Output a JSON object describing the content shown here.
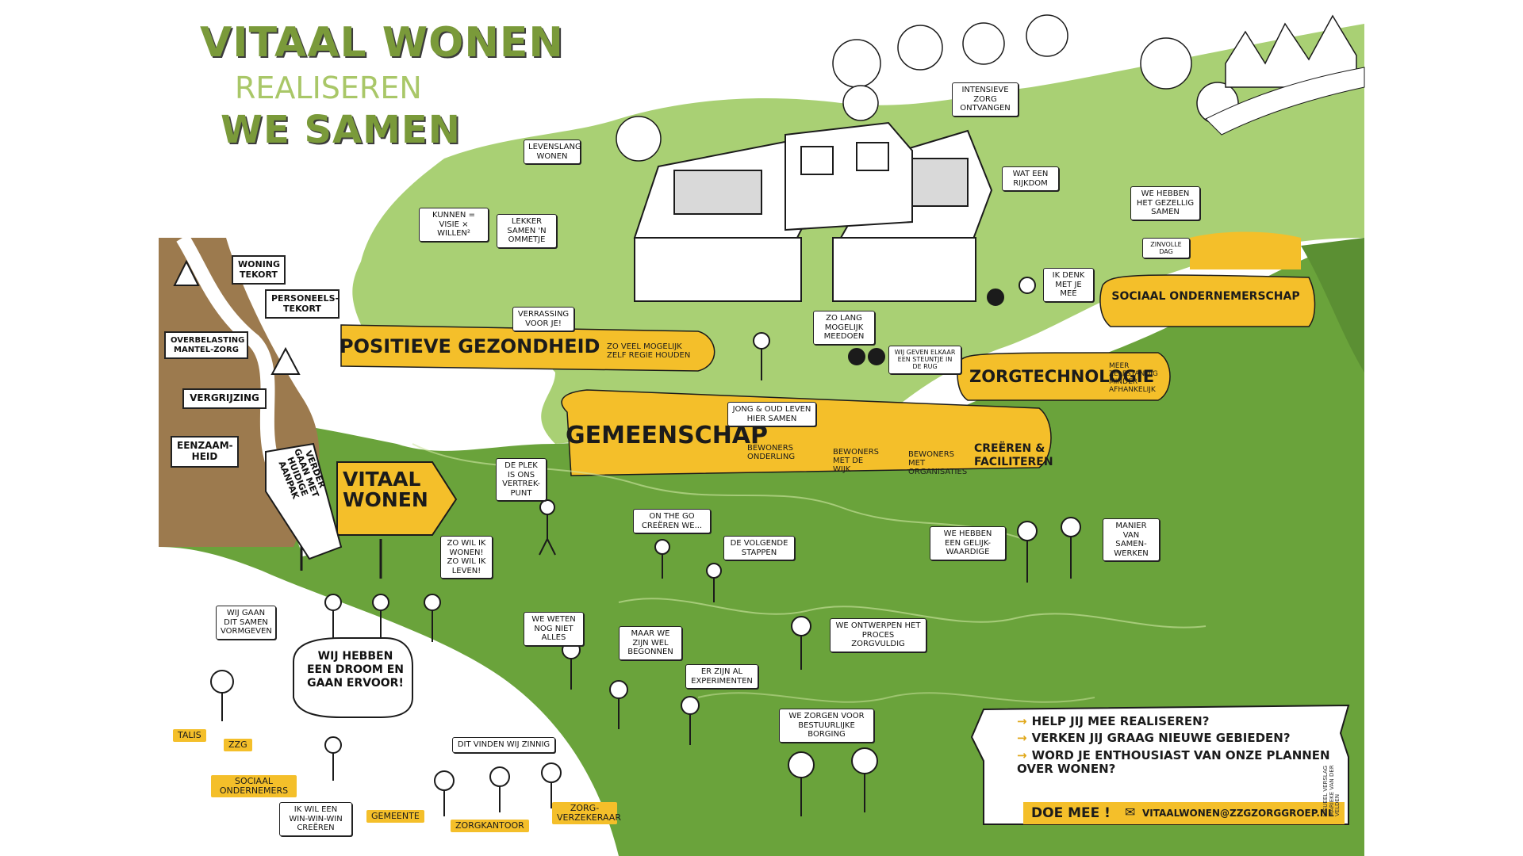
{
  "title": {
    "line1": "VITAAL WONEN",
    "line2": "REALISEREN",
    "line3": "WE SAMEN"
  },
  "colors": {
    "light_green": "#a9d074",
    "dark_green": "#6aa33b",
    "yellow_band": "#f4bf2a",
    "brown_cliff": "#9c7a4e",
    "ink": "#1b1b1b"
  },
  "problem_signs": [
    "WONING TEKORT",
    "PERSONEELS-TEKORT",
    "OVERBELASTING MANTEL-ZORG",
    "VERGRIJZING",
    "EENZAAM-HEID"
  ],
  "direction_signs": {
    "old_way": "VERDER GAAN MET HUIDIGE AANPAK",
    "new_way": "VITAAL WONEN"
  },
  "bands": {
    "positieve_gezondheid": {
      "label": "POSITIEVE GEZONDHEID",
      "note": "ZO VEEL MOGELIJK ZELF REGIE HOUDEN"
    },
    "gemeenschap": {
      "label": "GEMEENSCHAP",
      "items": [
        "BEWONERS ONDERLING",
        "BEWONERS MET DE WIJK",
        "BEWONERS MET ORGANISATIES"
      ],
      "tail": "CREËREN & FACILITEREN"
    },
    "zorgtechnologie": {
      "label": "ZORGTECHNOLOGIE",
      "note": "MEER ZELFSTANDIG MINDER AFHANKELIJK"
    },
    "sociaal_ondernemerschap": {
      "label": "SOCIAAL ONDERNEMERSCHAP"
    }
  },
  "upper_notes": {
    "levenslang": "LEVENSLANG WONEN",
    "kunnen": "KUNNEN = VISIE × WILLEN²",
    "lekker": "LEKKER SAMEN 'N OMMETJE",
    "verrassing": "VERRASSING VOOR JE!",
    "zo_lang": "ZO LANG MOGELIJK MEEDOEN",
    "jong_oud": "JONG & OUD LEVEN HIER SAMEN",
    "steuntje": "WIJ GEVEN ELKAAR EEN STEUNTJE IN DE RUG",
    "intensieve": "INTENSIEVE ZORG ONTVANGEN",
    "rijkdom": "WAT EEN RIJKDOM",
    "gezellig": "WE HEBBEN HET GEZELLIG SAMEN",
    "zinvolle": "ZINVOLLE DAG",
    "ik_denk": "IK DENK MET JE MEE"
  },
  "lower_notes": {
    "de_plek": "DE PLEK IS ONS VERTREK-PUNT",
    "zo_wil_ik": "ZO WIL IK WONEN! ZO WIL IK LEVEN!",
    "on_the_go": "ON THE GO CREËREN WE...",
    "volgende": "DE VOLGENDE STAPPEN",
    "weten": "WE WETEN NOG NIET ALLES",
    "begonnen": "MAAR WE ZIJN WEL BEGONNEN",
    "experimenten": "ER ZIJN AL EXPERIMENTEN",
    "ontwerpen": "WE ONTWERPEN HET PROCES ZORGVULDIG",
    "gelijkwaardige": "WE HEBBEN EEN GELIJK-WAARDIGE",
    "manier": "MANIER VAN SAMEN-WERKEN",
    "borging": "WE ZORGEN VOOR BESTUURLIJKE BORGING",
    "vormgeven": "WIJ GAAN DIT SAMEN VORMGEVEN",
    "droom": "WIJ HEBBEN EEN DROOM EN GAAN ERVOOR!",
    "zinnig": "DIT VINDEN WIJ ZINNIG",
    "win_win": "IK WIL EEN WIN-WIN-WIN CREËREN"
  },
  "partner_tags": [
    "TALIS",
    "ZZG",
    "SOCIAAL ONDERNEMERS",
    "GEMEENTE",
    "ZORGKANTOOR",
    "ZORG-VERZEKERAAR"
  ],
  "cta": {
    "lines": [
      "HELP JIJ MEE REALISEREN?",
      "VERKEN JIJ GRAAG NIEUWE GEBIEDEN?",
      "WORD JE ENTHOUSIAST VAN ONZE PLANNEN OVER WONEN?"
    ],
    "button": "DOE MEE !",
    "email": "VITAALWONEN@ZZGZORGGROEP.NL"
  },
  "credit": "VISUEEL VERSLAG MARIEKE VAN DER VELDEN"
}
